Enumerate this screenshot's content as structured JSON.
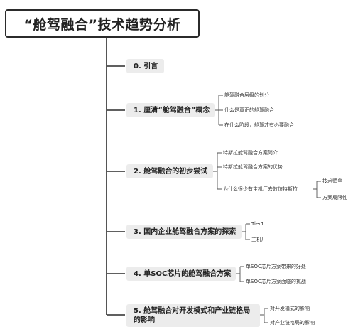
{
  "root": {
    "title": "“舱驾融合”技术趋势分析"
  },
  "branches": [
    {
      "label": "0. 引言",
      "children": []
    },
    {
      "label": "1. 厘清“舱驾融合”概念",
      "children": [
        {
          "label": "舱驾融合层级的划分"
        },
        {
          "label": "什么是真正的舱驾融合"
        },
        {
          "label": "在什么阶段，舱驾才有必要融合"
        }
      ]
    },
    {
      "label": "2. 舱驾融合的初步尝试",
      "children": [
        {
          "label": "特斯拉舱驾融合方案简介"
        },
        {
          "label": "特斯拉舱驾融合方案的优势"
        },
        {
          "label": "为什么很少有主机厂去效仿特斯拉",
          "children": [
            {
              "label": "技术壁垒"
            },
            {
              "label": "方案局限性"
            }
          ]
        }
      ]
    },
    {
      "label": "3. 国内企业舱驾融合方案的探索",
      "children": [
        {
          "label": "Tier1"
        },
        {
          "label": "主机厂"
        }
      ]
    },
    {
      "label": "4. 单SOC芯片的舱驾融合方案",
      "children": [
        {
          "label": "单SOC芯片方案带来的好处"
        },
        {
          "label": "单SOC芯片方案面临的挑战"
        }
      ]
    },
    {
      "label": "5. 舱驾融合对开发模式和产业链格局的影响",
      "children": [
        {
          "label": "对开发模式的影响"
        },
        {
          "label": "对产业链格局的影响"
        }
      ]
    }
  ]
}
